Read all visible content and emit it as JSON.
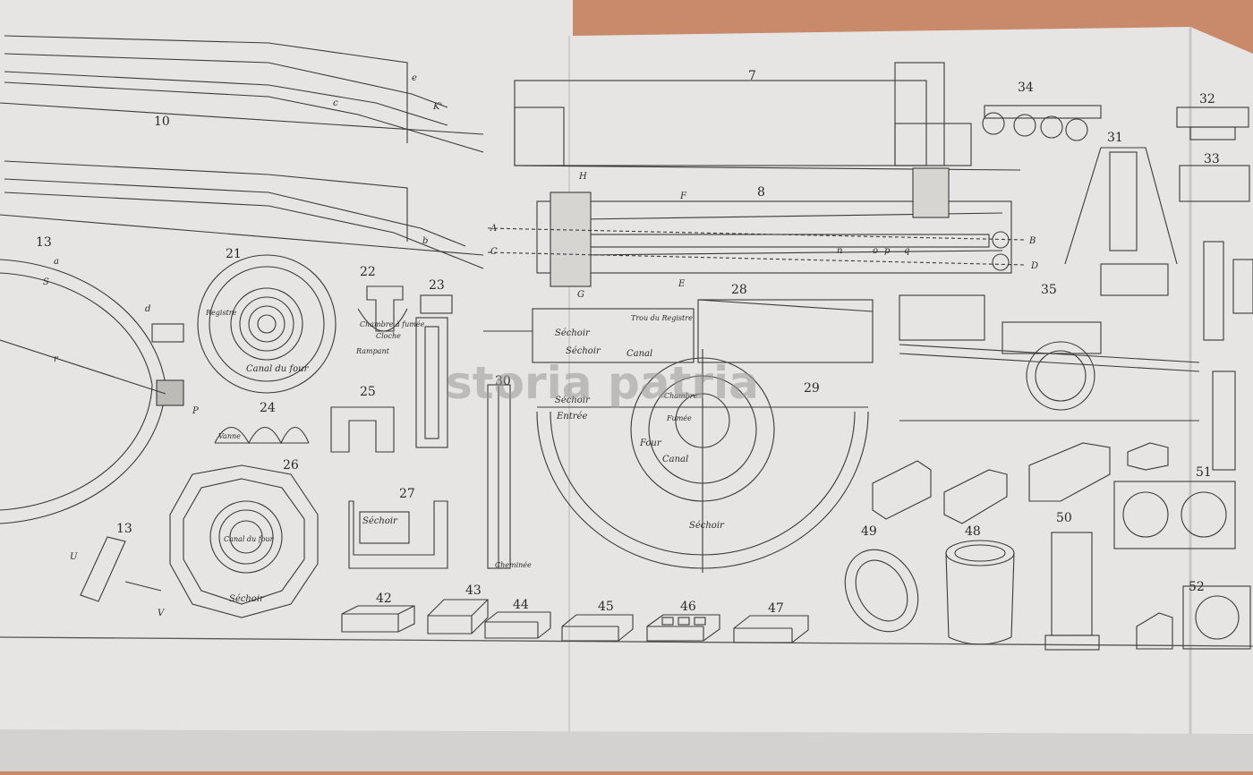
{
  "watermark": "storia patria",
  "plate_numbers": {
    "f7": "7",
    "f8": "8",
    "f10": "10",
    "f13a": "13",
    "f13b": "13",
    "f21": "21",
    "f22": "22",
    "f23": "23",
    "f24": "24",
    "f25": "25",
    "f26": "26",
    "f27": "27",
    "f28": "28",
    "f29": "29",
    "f30": "30",
    "f31": "31",
    "f32": "32",
    "f33": "33",
    "f34": "34",
    "f35": "35",
    "f42": "42",
    "f43": "43",
    "f44": "44",
    "f45": "45",
    "f46": "46",
    "f47": "47",
    "f48": "48",
    "f49": "49",
    "f50": "50",
    "f51": "51",
    "f52": "52"
  },
  "labels": {
    "sechoir_1": "Séchoir",
    "sechoir_2": "Séchoir",
    "sechoir_3": "Séchoir",
    "sechoir_4": "Séchoir",
    "sechoir_5": "Séchoir",
    "sechoir_6": "Séchoir",
    "canal": "Canal",
    "canal_2": "Canal",
    "canal_du_four": "Canal du four",
    "canal_du_four_2": "Canal du four",
    "chambre_a_fumee": "Chambre à fumée",
    "chambre": "Chambre",
    "entree": "Entrée",
    "four": "Four",
    "fumee": "Fumée",
    "rampant": "Rampant",
    "cloche": "Cloche",
    "registre": "Registre",
    "trou_du_registre": "Trou du Registre",
    "cheminee": "Cheminée",
    "vanne": "Vanne"
  },
  "letters": {
    "A": "A",
    "B": "B",
    "C": "C",
    "D": "D",
    "E": "E",
    "F": "F",
    "G": "G",
    "H": "H",
    "K": "K'",
    "P": "P",
    "S": "S",
    "U": "U",
    "V": "V",
    "a": "a",
    "b": "b",
    "c": "c",
    "d": "d",
    "e": "e",
    "n": "n",
    "o": "o",
    "p": "p",
    "q": "q",
    "r": "r"
  }
}
